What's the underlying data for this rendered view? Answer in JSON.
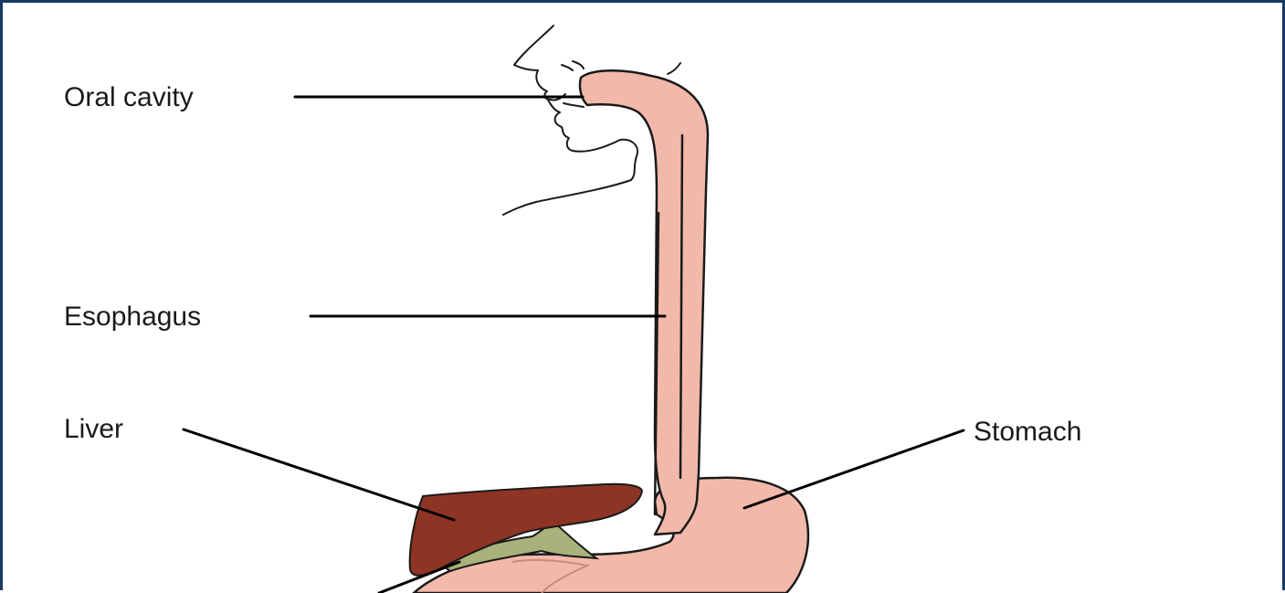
{
  "figure": {
    "labels": {
      "oral_cavity": "Oral cavity",
      "esophagus": "Esophagus",
      "liver": "Liver",
      "stomach": "Stomach"
    },
    "colors": {
      "border": "#173a63",
      "tract_fill": "#f2b9aa",
      "liver_fill": "#8e3425",
      "gallbladder_fill": "#a8b27a",
      "outline": "#1a1a1a",
      "leader_line": "#000000"
    }
  }
}
